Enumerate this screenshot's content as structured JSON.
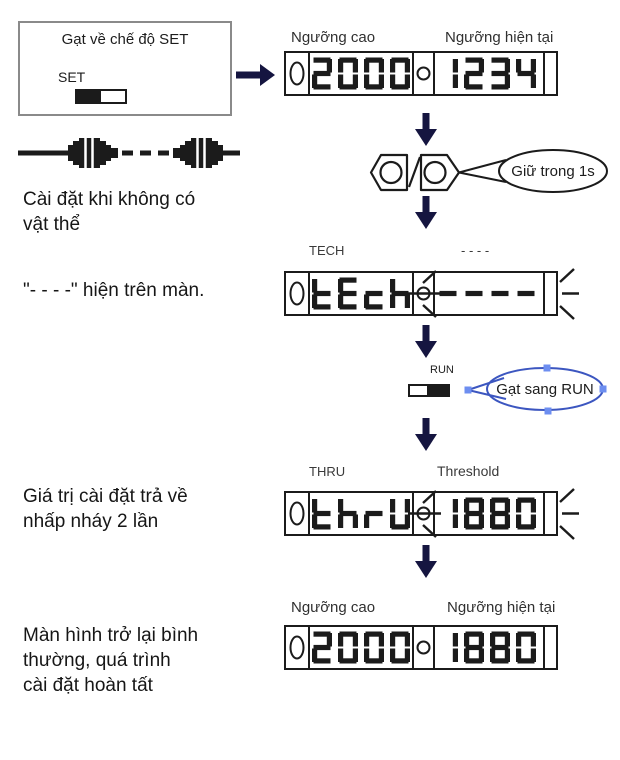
{
  "set_mode_box": {
    "title": "Gạt về chế độ SET",
    "switch_label": "SET"
  },
  "hold_bubble": {
    "text": "Giữ trong 1s"
  },
  "run_switch": {
    "label": "RUN"
  },
  "run_bubble": {
    "text": "Gạt sang RUN"
  },
  "captions": {
    "no_object": "Cài đặt khi không có\nvật thể",
    "dashes_on_screen": "\"- - - -\" hiện trên màn.",
    "value_blinks": "Giá trị cài đặt trả về\nnhấp nháy 2 lần",
    "setup_complete": "Màn hình trở lại bình\nthường, quá trình\ncài đặt hoàn tất"
  },
  "displays": [
    {
      "label_left": "Ngưỡng cao",
      "label_right": "Ngưỡng hiện tại",
      "prefix": "0",
      "left_value": "2000",
      "right_value": "1234",
      "blink": false
    },
    {
      "label_left": "TECH",
      "label_right": "- - - -",
      "prefix": "0",
      "left_value": "tEch",
      "right_value": "----",
      "blink": true
    },
    {
      "label_left": "THRU",
      "label_right": "Threshold",
      "prefix": "0",
      "left_value": "thrU",
      "right_value": "1880",
      "blink": true
    },
    {
      "label_left": "Ngưỡng cao",
      "label_right": "Ngưỡng hiện tại",
      "prefix": "0",
      "left_value": "2000",
      "right_value": "1880",
      "blink": false
    }
  ],
  "colors": {
    "arrow": "#151540",
    "display_ink": "#1b1b1b",
    "selection_stroke": "#3c56c0",
    "selection_handle": "#6d8ef0"
  }
}
